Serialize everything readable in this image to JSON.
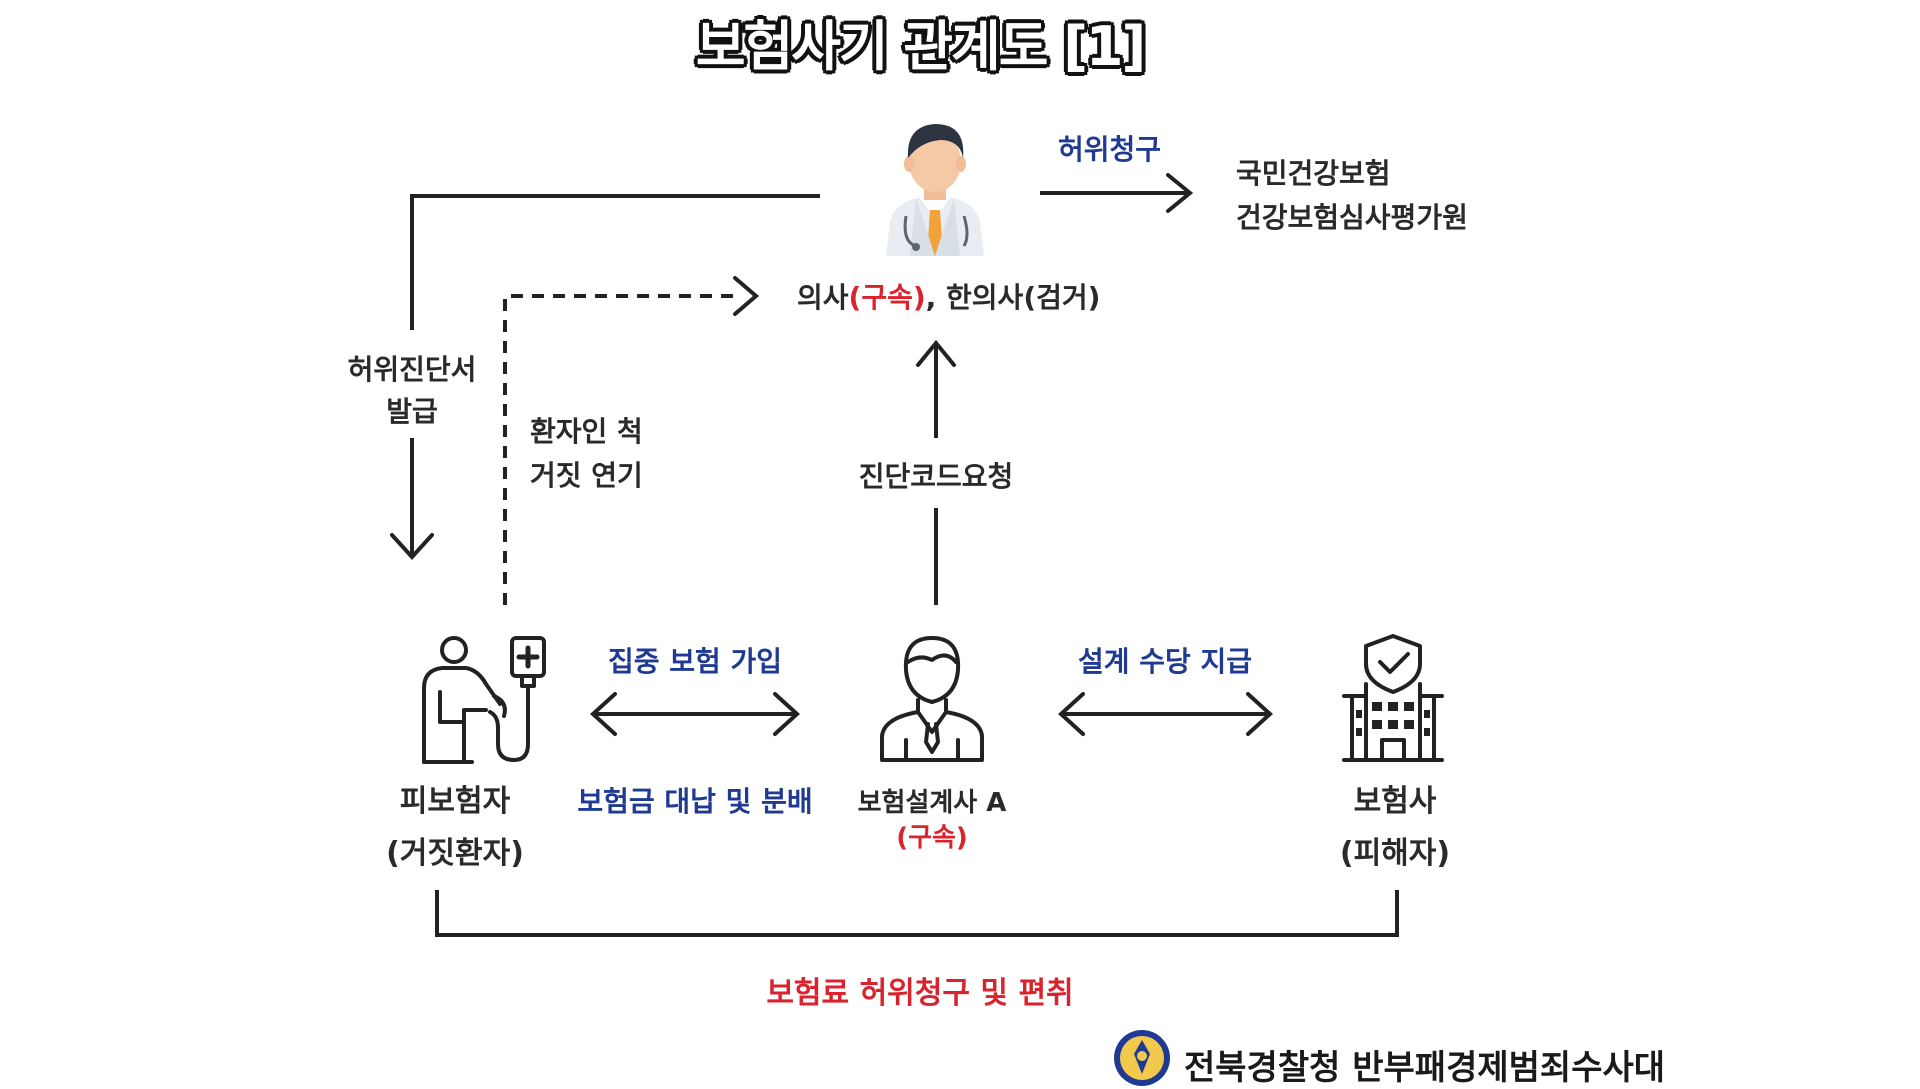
{
  "title": "보험사기 관계도 [1]",
  "doctor": {
    "label_prefix": "의사",
    "label_arrested": "(구속)",
    "label_suffix": ", 한의사(검거)"
  },
  "false_claim": {
    "label": "허위청구",
    "targets": [
      "국민건강보험",
      "건강보험심사평가원"
    ]
  },
  "fake_diagnosis": {
    "line1": "허위진단서",
    "line2": "발급"
  },
  "fake_patient_act": {
    "line1": "환자인 척",
    "line2": "거짓 연기"
  },
  "diagnosis_code_request": "진단코드요청",
  "insured": {
    "line1": "피보험자",
    "line2": "(거짓환자)"
  },
  "planner": {
    "line1": "보험설계사 A",
    "line2": "(구속)"
  },
  "insurer": {
    "line1": "보험사",
    "line2": "(피해자)"
  },
  "insured_planner_top": "집중 보험 가입",
  "insured_planner_bottom": "보험금 대납 및 분배",
  "planner_insurer_top": "설계 수당 지급",
  "bottom_bracket": "보험료 허위청구 및 편취",
  "footer": "전북경찰청 반부패경제범죄수사대",
  "colors": {
    "blue": "#1f3a93",
    "red": "#d9232d",
    "dark": "#222222",
    "skin": "#f5c9a6",
    "tie": "#f2a23a",
    "coat": "#e8edf2"
  },
  "icons": [
    "doctor-icon",
    "patient-iv-icon",
    "businessman-icon",
    "insurance-building-icon",
    "police-emblem-icon"
  ]
}
